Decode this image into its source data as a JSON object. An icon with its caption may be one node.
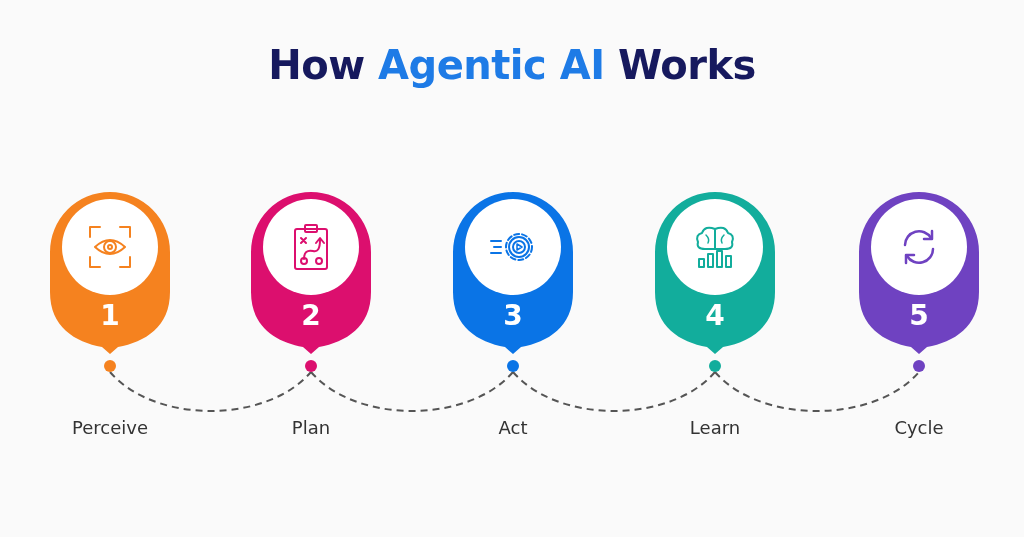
{
  "diagram": {
    "title": "How *Agentic AI* Works",
    "nodes": [
      {
        "text": [
          "1"
        ],
        "beside": [
          "Perceive"
        ]
      },
      {
        "text": [
          "2"
        ],
        "beside": [
          "Plan"
        ]
      },
      {
        "text": [
          "3"
        ],
        "beside": [
          "Act"
        ]
      },
      {
        "text": [
          "4"
        ],
        "beside": [
          "Learn"
        ]
      },
      {
        "text": [
          "5"
        ],
        "beside": [
          "Cycle"
        ]
      }
    ],
    "edges": [
      {
        "from": 0,
        "to": 1,
        "arrow": "none",
        "style": "dashed"
      },
      {
        "from": 1,
        "to": 2,
        "arrow": "none",
        "style": "dashed"
      },
      {
        "from": 2,
        "to": 3,
        "arrow": "none",
        "style": "dashed"
      },
      {
        "from": 3,
        "to": 4,
        "arrow": "none",
        "style": "dashed"
      }
    ]
  }
}
